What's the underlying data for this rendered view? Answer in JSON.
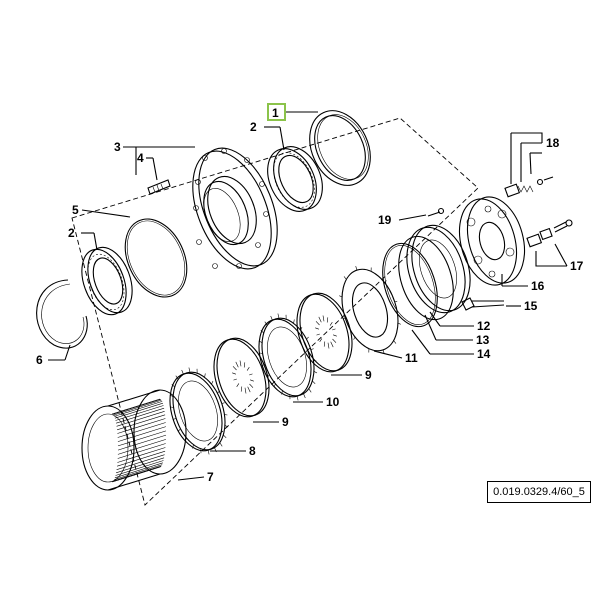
{
  "diagram": {
    "reference_code": "0.019.0329.4/60_5",
    "highlight_color": "#8bc34a",
    "callouts": [
      {
        "id": "c1",
        "text": "1",
        "highlighted": true
      },
      {
        "id": "c2a",
        "text": "2"
      },
      {
        "id": "c2b",
        "text": "2"
      },
      {
        "id": "c3",
        "text": "3"
      },
      {
        "id": "c4",
        "text": "4"
      },
      {
        "id": "c5",
        "text": "5"
      },
      {
        "id": "c6",
        "text": "6"
      },
      {
        "id": "c7",
        "text": "7"
      },
      {
        "id": "c8",
        "text": "8"
      },
      {
        "id": "c9a",
        "text": "9"
      },
      {
        "id": "c9b",
        "text": "9"
      },
      {
        "id": "c10",
        "text": "10"
      },
      {
        "id": "c11",
        "text": "11"
      },
      {
        "id": "c12",
        "text": "12"
      },
      {
        "id": "c13",
        "text": "13"
      },
      {
        "id": "c14",
        "text": "14"
      },
      {
        "id": "c15",
        "text": "15"
      },
      {
        "id": "c16",
        "text": "16"
      },
      {
        "id": "c17",
        "text": "17"
      },
      {
        "id": "c18",
        "text": "18"
      },
      {
        "id": "c19",
        "text": "19"
      }
    ]
  }
}
